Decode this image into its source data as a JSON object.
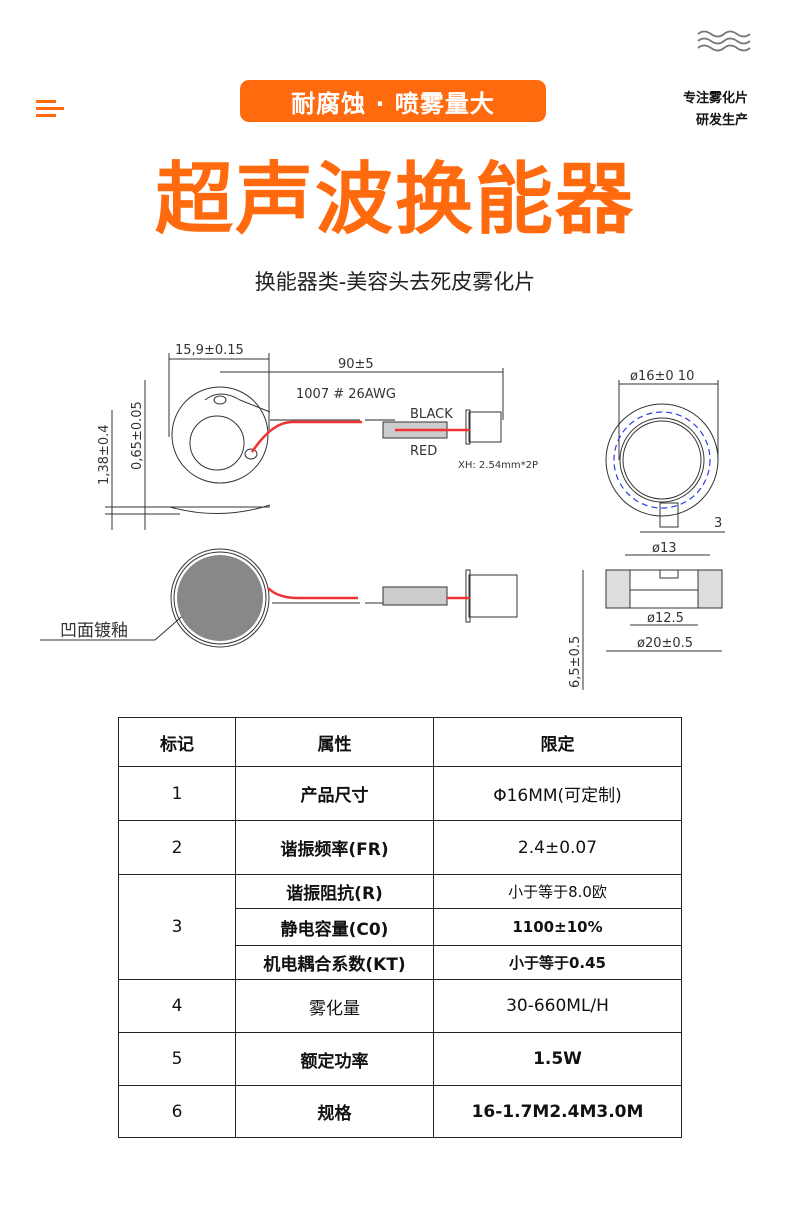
{
  "header": {
    "badge": "耐腐蚀 · 喷雾量大",
    "tagline": [
      "专注雾化片",
      "研发生产"
    ],
    "title": "超声波换能器",
    "subtitle": "换能器类-美容头去死皮雾化片",
    "accent_color": "#ff6a0e"
  },
  "drawing": {
    "dim_outer": "15,9±0.15",
    "dim_length": "90±5",
    "wire_spec": "1007 # 26AWG",
    "wire_black": "BLACK",
    "wire_red": "RED",
    "connector": "XH: 2.54mm*2P",
    "thickness_total": "1,38±0.4",
    "thickness_plate": "0,65±0.05",
    "coating_label": "凹面镀釉",
    "dim_d16": "ø16±0 10",
    "dim_3": "3",
    "dim_d13": "ø13",
    "dim_d12_5": "ø12.5",
    "dim_d20": "ø20±0.5",
    "dim_height": "6,5±0.5"
  },
  "table": {
    "headers": [
      "标记",
      "属性",
      "限定"
    ],
    "rows": [
      {
        "mark": "1",
        "attr": "产品尺寸",
        "value": "Φ16MM(可定制)"
      },
      {
        "mark": "2",
        "attr": "谐振频率(FR)",
        "value": "2.4±0.07"
      },
      {
        "mark": "3",
        "sub": [
          {
            "attr": "谐振阻抗(R)",
            "value": "小于等于8.0欧"
          },
          {
            "attr": "静电容量(C0)",
            "value": "1100±10%"
          },
          {
            "attr": "机电耦合系数(KT)",
            "value": "小于等于0.45"
          }
        ]
      },
      {
        "mark": "4",
        "attr": "雾化量",
        "value": "30-660ML/H"
      },
      {
        "mark": "5",
        "attr": "额定功率",
        "value": "1.5W"
      },
      {
        "mark": "6",
        "attr": "规格",
        "value": "16-1.7M2.4M3.0M"
      }
    ]
  }
}
